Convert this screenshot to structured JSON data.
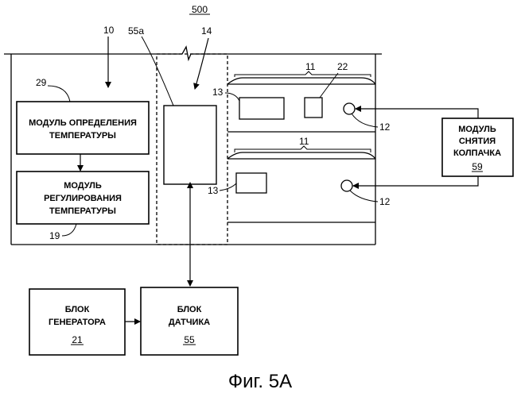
{
  "figure_number": "500",
  "caption": "Фиг. 5A",
  "refs": {
    "r10": "10",
    "r55a": "55a",
    "r14": "14",
    "r29": "29",
    "r19": "19",
    "r13a": "13",
    "r13b": "13",
    "r11a": "11",
    "r11b": "11",
    "r22": "22",
    "r12a": "12",
    "r12b": "12"
  },
  "temp_detect_module": {
    "line1": "МОДУЛЬ  ОПРЕДЕЛЕНИЯ",
    "line2": "ТЕМПЕРАТУРЫ"
  },
  "temp_reg_module": {
    "line1": "МОДУЛЬ",
    "line2": "РЕГУЛИРОВАНИЯ",
    "line3": "ТЕМПЕРАТУРЫ"
  },
  "decap_module": {
    "line1": "МОДУЛЬ",
    "line2": "СНЯТИЯ",
    "line3": "КОЛПАЧКА",
    "ref": "59"
  },
  "generator_block": {
    "line1": "БЛОК",
    "line2": "ГЕНЕРАТОРА",
    "ref": "21"
  },
  "sensor_block": {
    "line1": "БЛОК",
    "line2": "ДАТЧИКА",
    "ref": "55"
  }
}
